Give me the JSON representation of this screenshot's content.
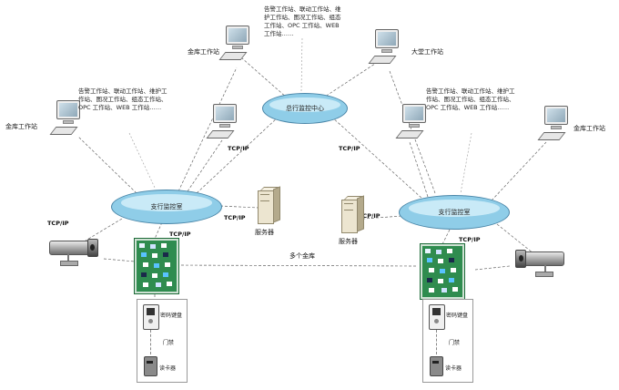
{
  "hubs": {
    "center": "总行监控中心",
    "left": "支行监控室",
    "right": "支行监控室"
  },
  "workstations": {
    "top_left": "金库工作站",
    "top_right": "大堂工作站",
    "left_outer": "金库工作站",
    "right_outer": "金库工作站"
  },
  "notes": {
    "top": "告警工作站、联动工作站、维护工作站、图况工作站、组态工作站、OPC 工作站、WEB 工作站……",
    "left": "告警工作站、联动工作站、维护工作站、图况工作站、组态工作站、OPC 工作站、WEB 工作站……",
    "right": "告警工作站、联动工作站、维护工作站、图况工作站、组态工作站、OPC 工作站、WEB 工作站……"
  },
  "servers": {
    "left": "服务器",
    "right": "服务器"
  },
  "net": "TCP/IP",
  "vaults": "多个金库",
  "device": {
    "keypad": "密码键盘",
    "door": "门禁",
    "reader": "读卡器"
  }
}
